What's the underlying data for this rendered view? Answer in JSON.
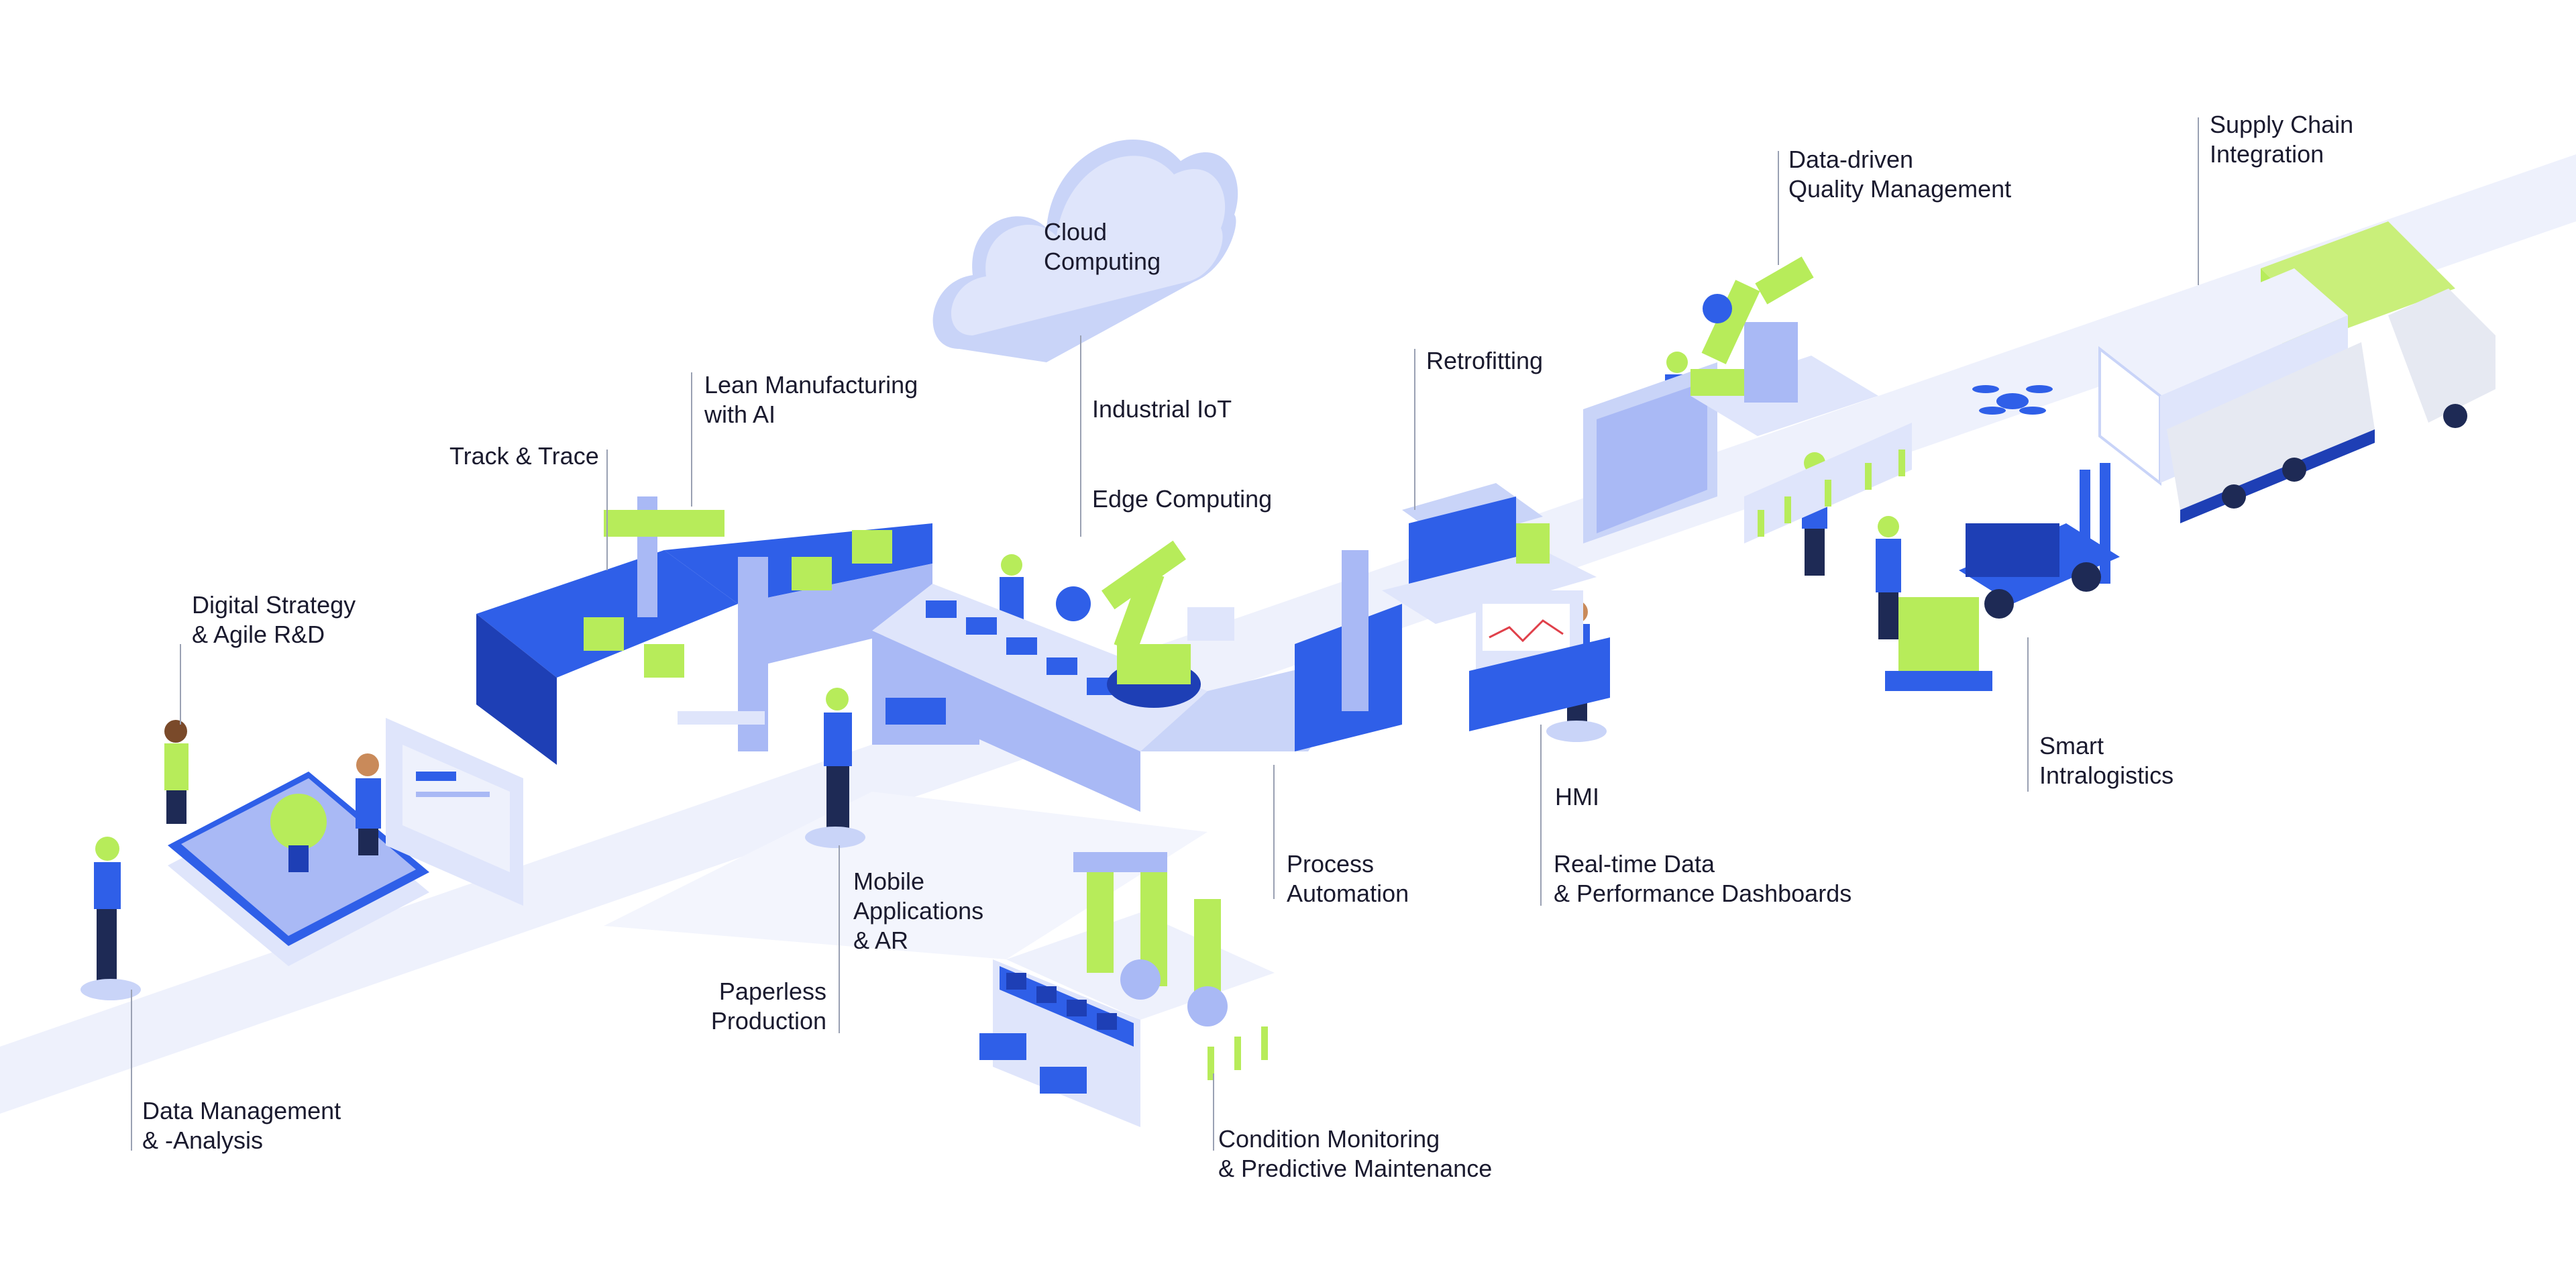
{
  "diagram": {
    "title": "Smart Factory / Industry 4.0 landscape",
    "colors": {
      "blue": "#2f5fe8",
      "blue_dark": "#1e3fb5",
      "blue_light": "#a9b9f5",
      "lavender": "#dfe5fb",
      "lime": "#b7ec5a",
      "lime_dark": "#8fc63a",
      "path": "#eef1fc",
      "leader": "#9aa1b3",
      "text": "#1a1a2e"
    },
    "labels": {
      "data_management": [
        "Data Management",
        "& -Analysis"
      ],
      "digital_strategy": [
        "Digital Strategy",
        "& Agile R&D"
      ],
      "track_trace": [
        "Track & Trace"
      ],
      "lean_manufacturing": [
        "Lean Manufacturing",
        "with AI"
      ],
      "cloud": [
        "Cloud",
        "Computing"
      ],
      "industrial_iot": [
        "Industrial IoT"
      ],
      "edge_computing": [
        "Edge Computing"
      ],
      "mobile_apps": [
        "Mobile",
        "Applications",
        "& AR"
      ],
      "paperless": [
        "Paperless",
        "Production"
      ],
      "process_automation": [
        "Process",
        "Automation"
      ],
      "retrofitting": [
        "Retrofitting"
      ],
      "hmi": [
        "HMI"
      ],
      "realtime_data": [
        "Real-time Data",
        "& Performance Dashboards"
      ],
      "condition_monitoring": [
        "Condition Monitoring",
        "& Predictive Maintenance"
      ],
      "quality_mgmt": [
        "Data-driven",
        "Quality Management"
      ],
      "intralogistics": [
        "Smart",
        "Intralogistics"
      ],
      "supply_chain": [
        "Supply Chain",
        "Integration"
      ]
    }
  }
}
